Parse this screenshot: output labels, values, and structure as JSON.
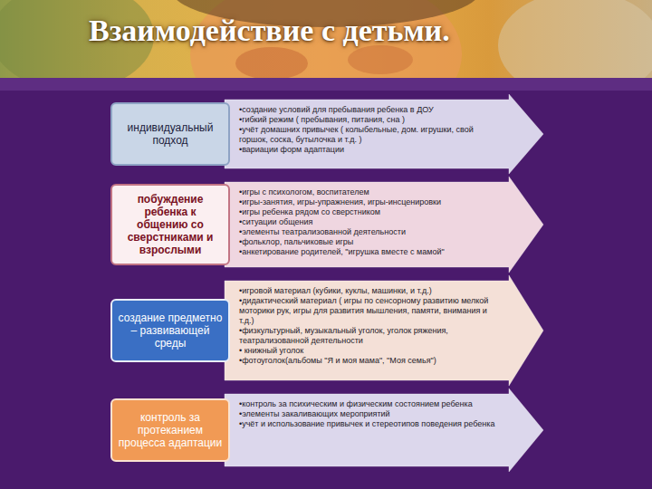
{
  "diagram": {
    "title": "Взаимодействие с детьми.",
    "nodes": [
      {
        "text": [
          "индивидуальный подход"
        ]
      },
      {
        "text": [
          "•создание условий для пребывания ребенка в ДОУ",
          "•гибкий режим ( пребывания, питания, сна )",
          "•учёт домашних привычек ( колыбельные, дом. игрушки, свой горшок, соска, бутылочка и т.д. )",
          "•вариации форм адаптации"
        ]
      },
      {
        "text": [
          "побуждение ребенка к общению со сверстниками и взрослыми"
        ]
      },
      {
        "text": [
          "•игры с психологом, воспитателем",
          "•игры-занятия, игры-упражнения, игры-инсценировки",
          "•игры ребенка рядом со сверстником",
          "•ситуации общения",
          "•элементы театрализованной деятельности",
          "•фольклор, пальчиковые игры",
          "•анкетирование родителей, \"игрушка вместе с мамой\""
        ]
      },
      {
        "text": [
          "создание предметно – развивающей среды"
        ]
      },
      {
        "text": [
          "•игровой материал (кубики, куклы, машинки, и т.д.)",
          "•дидактический материал ( игры по сенсорному развитию мелкой моторики рук, игры для развития мышления, памяти, внимания и т.д.)",
          "•физкультурный, музыкальный уголок, уголок ряжения, театрализованной деятельности",
          "• книжный уголок",
          "•фотоуголок(альбомы \"Я и моя мама\", \"Моя семья\")"
        ]
      },
      {
        "text": [
          "контроль за протеканием процесса адаптации"
        ]
      },
      {
        "text": [
          "•контроль за психическим и физическим состоянием ребенка",
          "•элементы закаливающих мероприятий",
          "•учёт и использование привычек и стереотипов поведения ребенка"
        ]
      }
    ]
  }
}
